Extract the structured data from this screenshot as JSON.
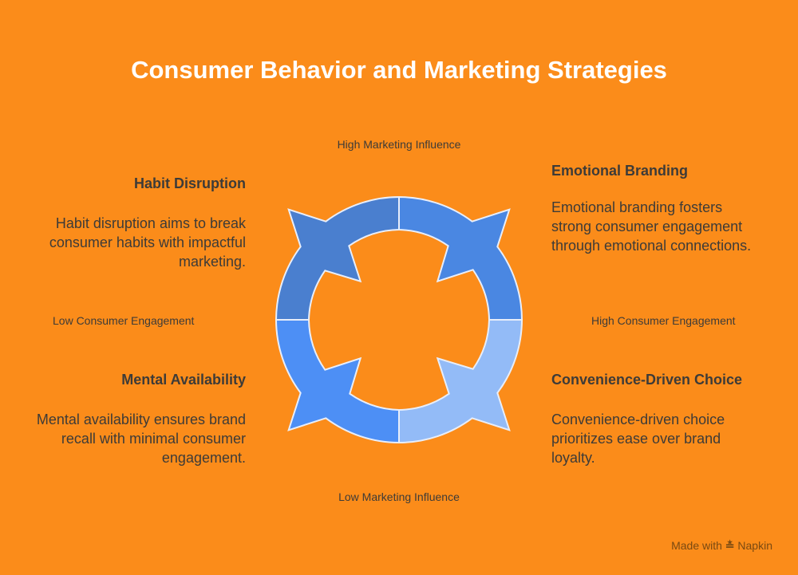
{
  "title": "Consumer Behavior and Marketing Strategies",
  "axes": {
    "top": "High Marketing Influence",
    "bottom": "Low Marketing Influence",
    "left": "Low Consumer Engagement",
    "right": "High Consumer Engagement"
  },
  "quadrants": [
    {
      "heading": "Habit Disruption",
      "text": "Habit disruption aims to break consumer habits with impactful marketing.",
      "color": "#4a7fcf"
    },
    {
      "heading": "Emotional Branding",
      "text": "Emotional branding fosters strong consumer engagement through emotional connections.",
      "color": "#4a87e2"
    },
    {
      "heading": "Mental Availability",
      "text": "Mental availability ensures brand recall with minimal consumer engagement.",
      "color": "#4d8ff5"
    },
    {
      "heading": "Convenience-Driven Choice",
      "text": "Convenience-driven choice prioritizes ease over brand loyalty.",
      "color": "#93bbf7"
    }
  ],
  "credit": {
    "prefix": "Made with",
    "brand": "Napkin"
  }
}
